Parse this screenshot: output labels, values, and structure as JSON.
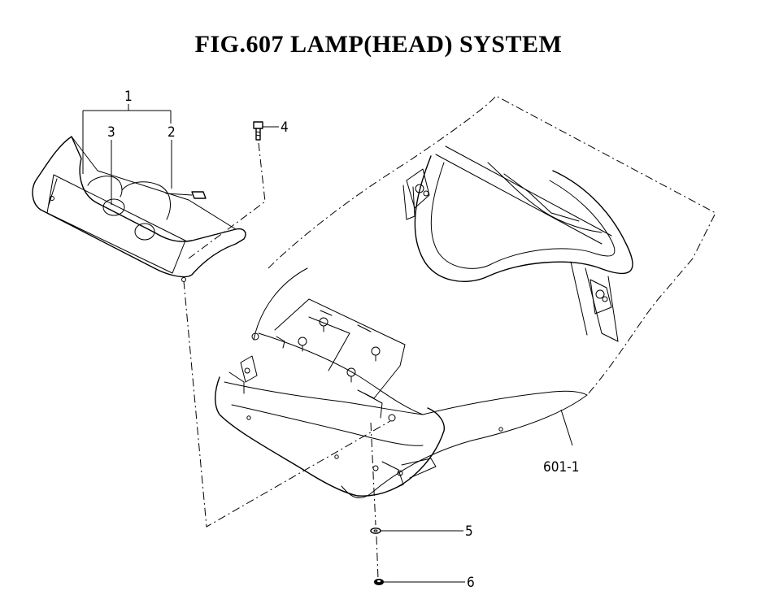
{
  "title": "FIG.607  LAMP(HEAD) SYSTEM",
  "callouts": {
    "c1": "1",
    "c2": "2",
    "c3": "3",
    "c4": "4",
    "c5": "5",
    "c6": "6",
    "c601_1": "601-1"
  }
}
